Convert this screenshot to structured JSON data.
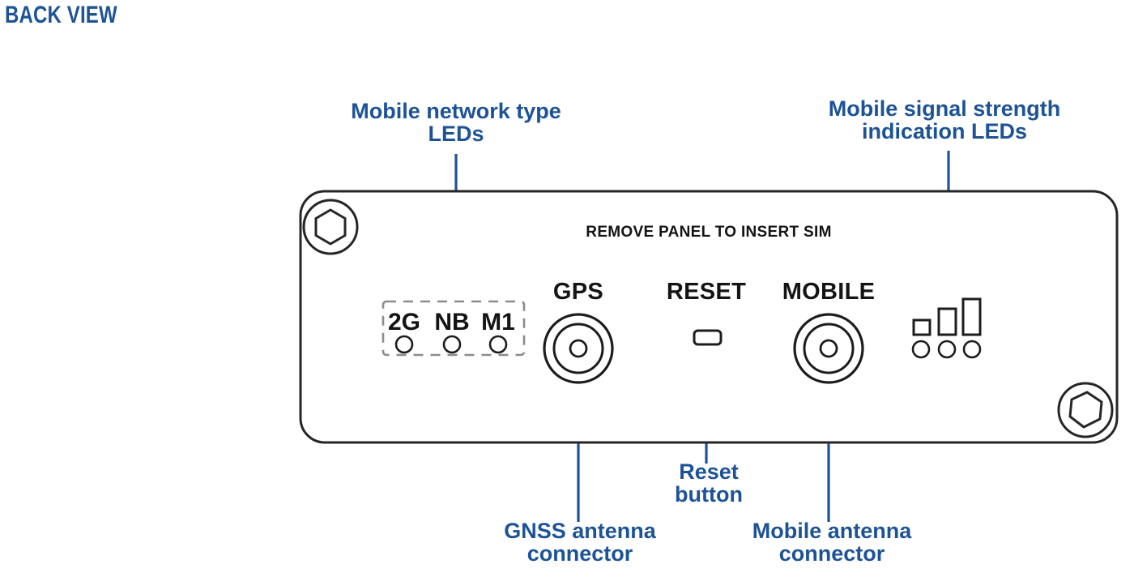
{
  "page": {
    "title": "BACK VIEW",
    "accent_blue": "#1d5396",
    "outline_black": "#262626",
    "background": "#ffffff"
  },
  "callouts": [
    {
      "id": "mobile-network-type-leds",
      "text": "Mobile network type\nLEDs",
      "position": "top-left"
    },
    {
      "id": "mobile-signal-strength-leds",
      "text": "Mobile signal strength\nindication LEDs",
      "position": "top-right"
    },
    {
      "id": "gnss-antenna-connector",
      "text": "GNSS  antenna\nconnector",
      "position": "bottom-left"
    },
    {
      "id": "reset-button",
      "text": "Reset\nbutton",
      "position": "bottom-center"
    },
    {
      "id": "mobile-antenna-connector",
      "text": "Mobile antenna\nconnector",
      "position": "bottom-right"
    }
  ],
  "panel": {
    "instruction": "REMOVE PANEL TO INSERT SIM",
    "ports": [
      {
        "id": "gps",
        "label": "GPS",
        "type": "coaxial-connector"
      },
      {
        "id": "reset",
        "label": "RESET",
        "type": "push-button"
      },
      {
        "id": "mobile",
        "label": "MOBILE",
        "type": "coaxial-connector"
      }
    ],
    "network_type_leds": {
      "labels": [
        "2G",
        "NB",
        "M1"
      ],
      "led_count": 3,
      "grouped": true
    },
    "signal_strength": {
      "bar_count": 3,
      "led_count": 3
    },
    "screws": [
      {
        "id": "screw-top-left",
        "shape": "hex-socket"
      },
      {
        "id": "screw-bottom-right",
        "shape": "hex-socket"
      }
    ]
  }
}
